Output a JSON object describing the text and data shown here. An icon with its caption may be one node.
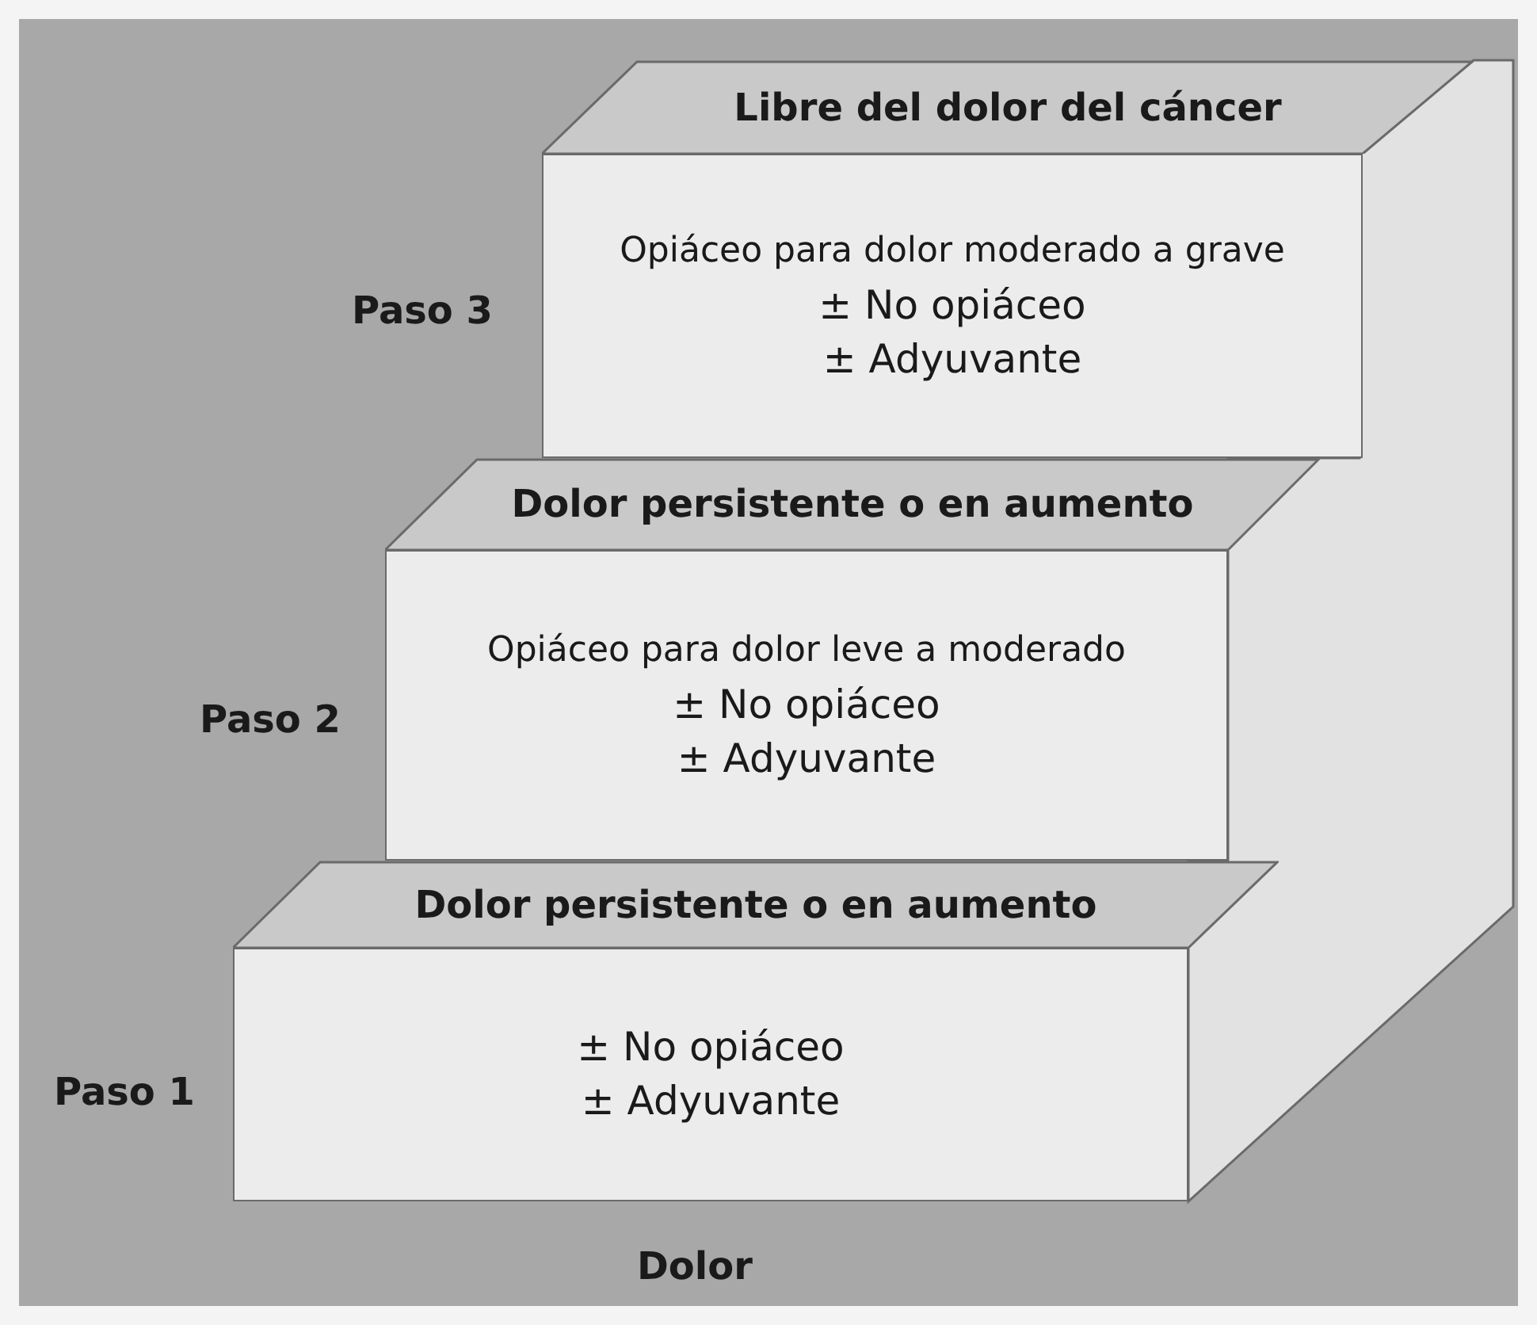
{
  "diagram": {
    "nodes": [
      {
        "text": [
          "Libre del dolor del cáncer"
        ]
      },
      {
        "text": [
          "Opiáceo para dolor moderado a grave",
          "± No opiáceo",
          "± Adyuvante"
        ],
        "beside": [
          "Paso 3"
        ]
      },
      {
        "text": [
          "Dolor persistente o en aumento"
        ]
      },
      {
        "text": [
          "Opiáceo para dolor leve a moderado",
          "± No opiáceo",
          "± Adyuvante"
        ],
        "beside": [
          "Paso 2"
        ]
      },
      {
        "text": [
          "Dolor persistente o en aumento"
        ]
      },
      {
        "text": [
          "± No opiáceo",
          "± Adyuvante"
        ],
        "beside": [
          "Paso 1"
        ]
      }
    ],
    "labels": [
      "Dolor"
    ]
  }
}
